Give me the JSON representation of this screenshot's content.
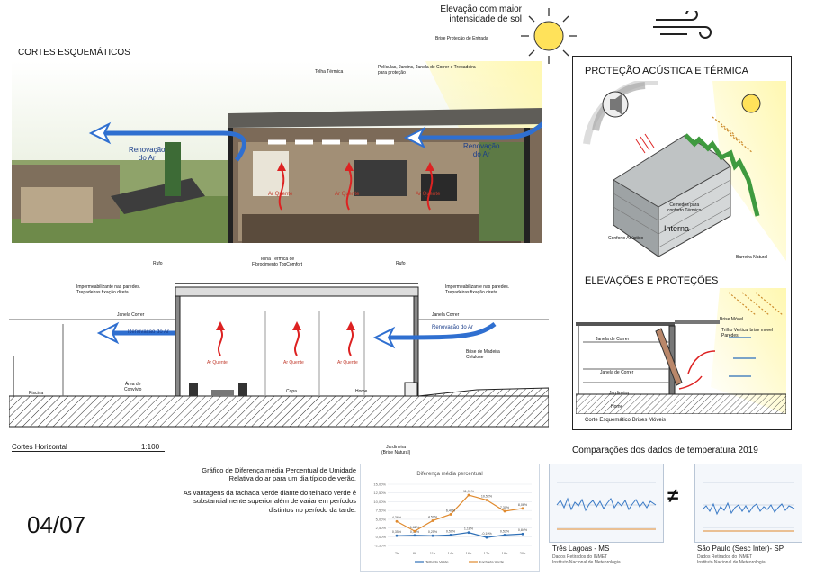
{
  "header": {
    "sun_title_l1": "Elevação com maior",
    "sun_title_l2": "intensidade de sol",
    "brise_entrada": "Brise Proteção de Entrada",
    "cortes_title": "CORTES ESQUEMÁTICOS",
    "telha_termica": "Telha Térmica",
    "peliculas_l1": "Películas, Jardins, Janela de Correr e Trepadeira",
    "peliculas_l2": "para proteção"
  },
  "render": {
    "renovacao_left_l1": "Renovação",
    "renovacao_left_l2": "do Ar",
    "renovacao_right_l1": "Renovação",
    "renovacao_right_l2": "do Ar",
    "ar_quente": "Ar Quente"
  },
  "section": {
    "rufo_left": "Rufo",
    "rufo_right": "Rufo",
    "telha_l1": "Telha Térmica de",
    "telha_l2": "Fibrocimento TopComfort",
    "imper_left_l1": "Impermeabilizante nas paredes.",
    "imper_left_l2": "Trepadeiras fixação direta",
    "imper_right_l1": "Impermeabilizante nas paredes.",
    "imper_right_l2": "Trepadeiras fixação direta",
    "janela_left": "Janela Correr",
    "janela_right": "Janela Correr",
    "renovacao_left": "Renovação do Ar",
    "renovacao_right": "Renovação do Ar",
    "ar_quente": "Ar Quente",
    "brise_madeira_l1": "Brise de Madeira",
    "brise_madeira_l2": "Celulose",
    "area_convivio_l1": "Área de",
    "area_convivio_l2": "Convívio",
    "copa": "Copa",
    "home": "Home",
    "piscina": "Piscina",
    "jardineira_l1": "Jardineira",
    "jardineira_l2": "(Brise Natural)",
    "cortes_label": "Cortes   Horizontal",
    "scale": "1:100"
  },
  "protection": {
    "title": "PROTEÇÃO ACÚSTICA E TÉRMICA",
    "cemedes_l1": "Cemedes para",
    "cemedes_l2": "conforto Térmico",
    "interna": "Interna",
    "conforto_acustico": "Conforto Acústico",
    "barreira_natural": "Barreira Natural",
    "elev_title": "ELEVAÇÕES E PROTEÇÕES",
    "janela_correr": "Janela de Correr",
    "janela_correr2": "Janela de Correr",
    "jardineira": "Jardineira",
    "home": "Home",
    "brise_movel": "Brise Móvel",
    "trilho_l1": "Trilho Vertical brise móvel",
    "trilho_l2": "Paredes",
    "corte_caption": "Corte Esquemático Brises Móveis"
  },
  "comparisons": {
    "title": "Comparações dos dados de temperatura 2019",
    "city_left": "Três Lagoas - MS",
    "city_right": "São Paulo (Sesc Inter)- SP",
    "source_l1": "Dados Retirados do INMET",
    "source_l2": "Instituto Nacional de Meteorologia",
    "not_equal": "≠"
  },
  "chart_text": {
    "caption_l1": "Gráfico de Diferença média Percentual de Umidade",
    "caption_l2": "Relativa do ar para um dia típico de verão.",
    "caption_l3": "As vantagens da fachada verde diante do telhado verde é",
    "caption_l4": "substancialmente superior além de variar em períodos",
    "caption_l5": "distintos  no período da tarde."
  },
  "chart_data": {
    "type": "line",
    "title": "Diferença média percentual",
    "x": [
      "7h",
      "8h",
      "11h",
      "14h",
      "16h",
      "17h",
      "19h",
      "20h"
    ],
    "ylim": [
      -3,
      15
    ],
    "yticks": [
      "15,00%",
      "12,50%",
      "10,00%",
      "7,50%",
      "5,00%",
      "2,50%",
      "0,00%",
      "-2,50%"
    ],
    "series": [
      {
        "name": "Telhado Verde",
        "color": "#2e6fb6",
        "values": [
          0.3,
          0.4,
          0.3,
          0.5,
          1.2,
          -0.2,
          0.5,
          0.8
        ]
      },
      {
        "name": "Fachada Verde",
        "color": "#e08a2e",
        "values": [
          4.4,
          1.6,
          4.6,
          6.4,
          11.9,
          10.5,
          7.3,
          8.1
        ]
      }
    ],
    "value_labels": {
      "Telhado Verde": [
        "0,35%",
        "0,39%",
        "0,25%",
        "0,50%",
        "1,18%",
        "-0,19%",
        "0,53%",
        "0,84%"
      ],
      "Fachada Verde": [
        "4,36%",
        "1,62%",
        "4,59%",
        "6,40%",
        "11,91%",
        "10,52%",
        "7,30%",
        "8,06%"
      ]
    }
  },
  "footer": {
    "page_number": "04/07"
  }
}
